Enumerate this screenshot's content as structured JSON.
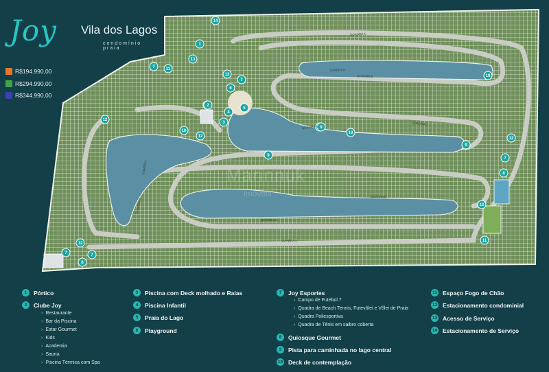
{
  "brand": {
    "logo_script": "Joy",
    "name": "Vila dos Lagos",
    "tagline": "condomínio praia"
  },
  "prices": [
    {
      "label": "R$194.990,00",
      "color": "#e8762a"
    },
    {
      "label": "R$294.990,00",
      "color": "#3fa447"
    },
    {
      "label": "R$344.990,00",
      "color": "#3b3fb0"
    }
  ],
  "streets": [
    "QUADRA A",
    "QUADRA B",
    "QUADRA C",
    "QUADRA D",
    "QUADRA E",
    "QUADRA F",
    "QUADRA G",
    "QUADRA H",
    "QUADRA I",
    "QUADRA J",
    "QUADRA K"
  ],
  "legend": [
    {
      "num": "1",
      "label": "Pórtico"
    },
    {
      "num": "2",
      "label": "Clube Joy",
      "subs": [
        "Restaurante",
        "Bar da Piscina",
        "Estar Gourmet",
        "Kids",
        "Academia",
        "Sauna",
        "Piscina Térmica com Spa"
      ]
    },
    {
      "num": "3",
      "label": "Piscina com Deck molhado e Raias"
    },
    {
      "num": "4",
      "label": "Piscina Infantil"
    },
    {
      "num": "5",
      "label": "Praia do Lago"
    },
    {
      "num": "6",
      "label": "Playground"
    },
    {
      "num": "7",
      "label": "Joy Esportes",
      "subs": [
        "Campo de Futebol 7",
        "Quadra de Beach Tennis, Futevôlei e Vôlei de Praia",
        "Quadra Poliesportiva",
        "Quadra de Tênis em saibro coberta"
      ]
    },
    {
      "num": "8",
      "label": "Quiosque Gourmet"
    },
    {
      "num": "9",
      "label": "Pista para caminhada no lago central"
    },
    {
      "num": "10",
      "label": "Deck de contemplação"
    },
    {
      "num": "11",
      "label": "Espaço Fogo de Chão"
    },
    {
      "num": "12",
      "label": "Estacionamento condominial"
    },
    {
      "num": "13",
      "label": "Acesso de Serviço"
    },
    {
      "num": "14",
      "label": "Estacionamento de Serviço"
    }
  ],
  "map_markers": [
    "1",
    "2",
    "3",
    "4",
    "5",
    "6",
    "7",
    "8",
    "9",
    "10",
    "11",
    "12",
    "13",
    "14"
  ],
  "watermark": {
    "line1": "Marinnuk",
    "line2": "imóveis"
  }
}
